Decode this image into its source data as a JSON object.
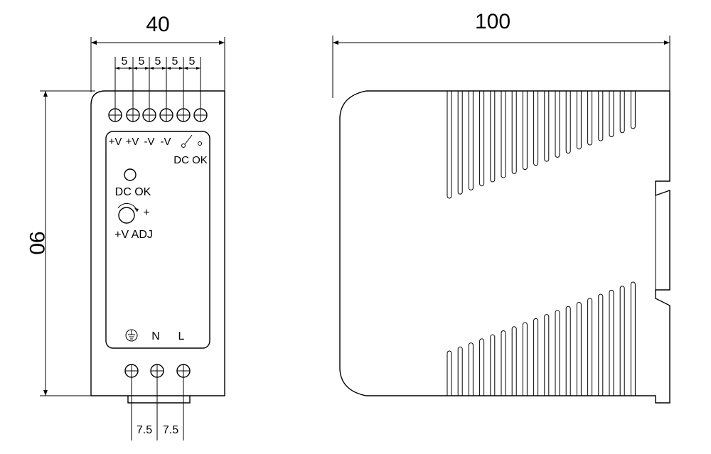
{
  "front_view": {
    "width_dim": "40",
    "height_dim": "90",
    "pitch_top": [
      "5",
      "5",
      "5",
      "5",
      "5"
    ],
    "pitch_bottom": [
      "7.5",
      "7.5"
    ],
    "output_labels": [
      "+V",
      "+V",
      "-V",
      "-V"
    ],
    "relay_label": "DC OK",
    "led_label": "DC OK",
    "adj_label": "+V ADJ",
    "adj_plus": "+",
    "input_labels": [
      "N",
      "L"
    ]
  },
  "side_view": {
    "depth_dim": "100"
  },
  "icons": [
    "screw-terminal-icon",
    "ground-symbol-icon",
    "led-indicator-icon",
    "potentiometer-icon",
    "relay-contact-icon"
  ]
}
